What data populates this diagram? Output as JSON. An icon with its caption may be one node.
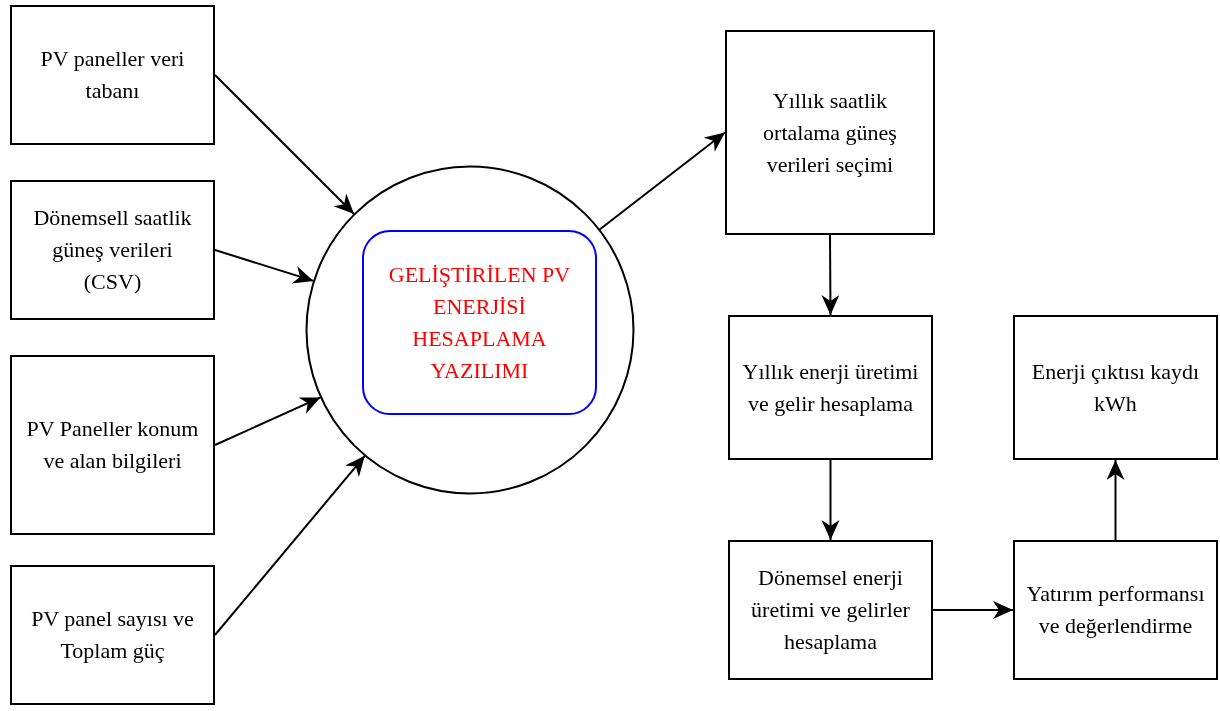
{
  "diagram": {
    "nodes": [
      {
        "text": [
          "PV paneller veri tabanı"
        ]
      },
      {
        "text": [
          "Dönemsell saatlik güneş verileri (CSV)"
        ]
      },
      {
        "text": [
          "PV Paneller konum ve alan bilgileri"
        ]
      },
      {
        "text": [
          "PV panel sayısı ve Toplam güç"
        ]
      },
      {
        "text": [],
        "shape": "circle"
      },
      {
        "text": [
          "GELİŞTİRİLEN PV ENERJİSİ HESAPLAMA YAZILIMI"
        ],
        "in": 4
      },
      {
        "text": [
          "Yıllık saatlik ortalama güneş verileri seçimi"
        ]
      },
      {
        "text": [
          "Yıllık enerji üretimi ve gelir hesaplama"
        ]
      },
      {
        "text": [
          "Dönemsel enerji üretimi ve gelirler hesaplama"
        ]
      },
      {
        "text": [
          "Yatırım performansı ve değerlendirme"
        ]
      },
      {
        "text": [
          "Enerji çıktısı kaydı kWh"
        ]
      }
    ],
    "edges": [
      {
        "from": 0,
        "to": 4,
        "arrow": "to"
      },
      {
        "from": 1,
        "to": 4,
        "arrow": "to"
      },
      {
        "from": 2,
        "to": 4,
        "arrow": "to"
      },
      {
        "from": 3,
        "to": 4,
        "arrow": "to"
      },
      {
        "from": 4,
        "to": 6,
        "arrow": "to"
      },
      {
        "from": 6,
        "to": 7,
        "arrow": "to"
      },
      {
        "from": 7,
        "to": 8,
        "arrow": "to"
      },
      {
        "from": 8,
        "to": 9,
        "arrow": "to"
      },
      {
        "from": 9,
        "to": 10,
        "arrow": "to"
      }
    ]
  }
}
